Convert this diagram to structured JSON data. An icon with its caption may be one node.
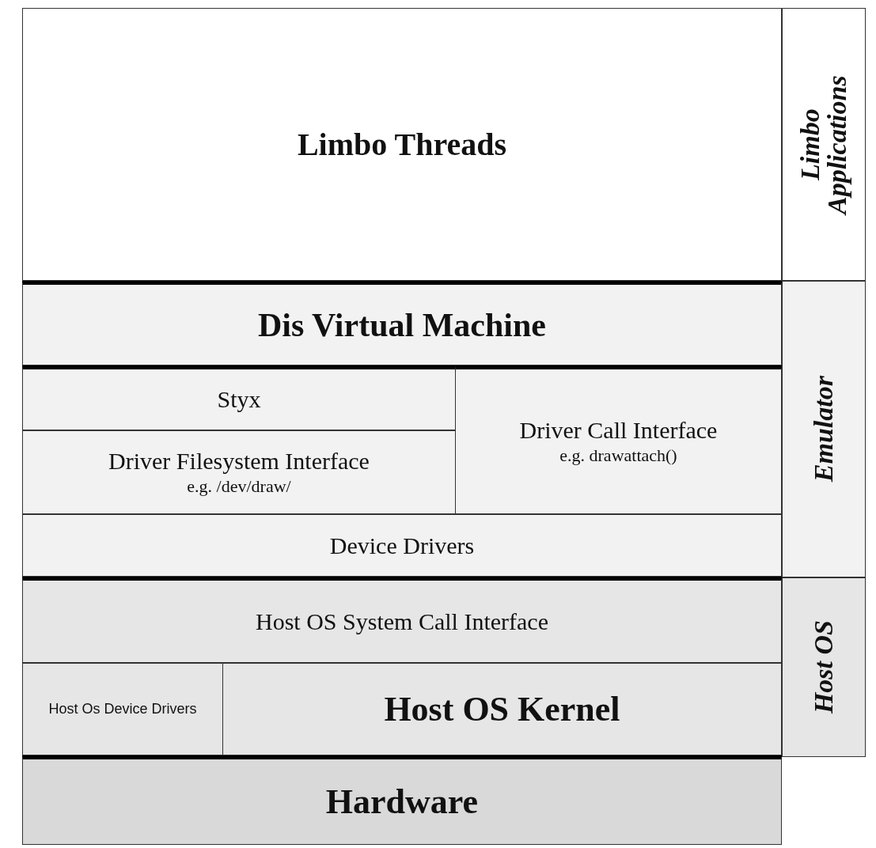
{
  "diagram": {
    "nodes": [
      {
        "text": [
          "Limbo Threads"
        ]
      },
      {
        "text": [
          "Dis Virtual Machine"
        ]
      },
      {
        "text": [
          "Styx"
        ]
      },
      {
        "text": [
          "Driver Filesystem Interface",
          "e.g. /dev/draw/"
        ]
      },
      {
        "text": [
          "Driver Call Interface",
          "e.g. drawattach()"
        ]
      },
      {
        "text": [
          "Device Drivers"
        ]
      },
      {
        "text": [
          "Host OS System Call Interface"
        ]
      },
      {
        "text": [
          "Host Os Device Drivers"
        ]
      },
      {
        "text": [
          "Host OS Kernel"
        ]
      },
      {
        "text": [
          "Hardware"
        ]
      },
      {
        "text": [
          "Limbo Applications"
        ]
      },
      {
        "text": [
          "Emulator"
        ]
      },
      {
        "text": [
          "Host OS"
        ]
      }
    ]
  }
}
